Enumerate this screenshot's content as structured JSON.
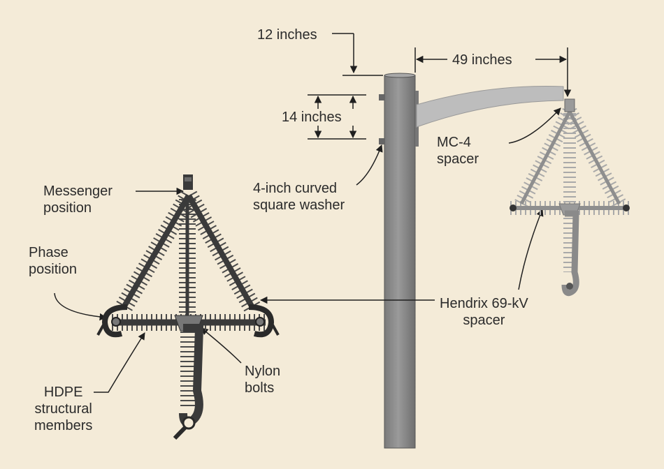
{
  "labels": {
    "dim_12": "12 inches",
    "dim_14": "14 inches",
    "dim_49": "49 inches",
    "washer": [
      "4-inch curved",
      "square washer"
    ],
    "mc4": [
      "MC-4",
      "spacer"
    ],
    "messenger": [
      "Messenger",
      "position"
    ],
    "phase": [
      "Phase",
      "position"
    ],
    "hendrix": [
      "Hendrix 69-kV",
      "spacer"
    ],
    "hdpe": [
      "HDPE",
      "structural",
      "members"
    ],
    "nylon": [
      "Nylon",
      "bolts"
    ]
  },
  "colors": {
    "background": "#f4ebd8",
    "pole": "#8c8c8c",
    "arm": "#bdbdbd",
    "spacer_dark": "#4a4a4a",
    "spacer_light": "#a9a9a9",
    "text": "#2b2b2b",
    "line": "#1f1f1f"
  }
}
